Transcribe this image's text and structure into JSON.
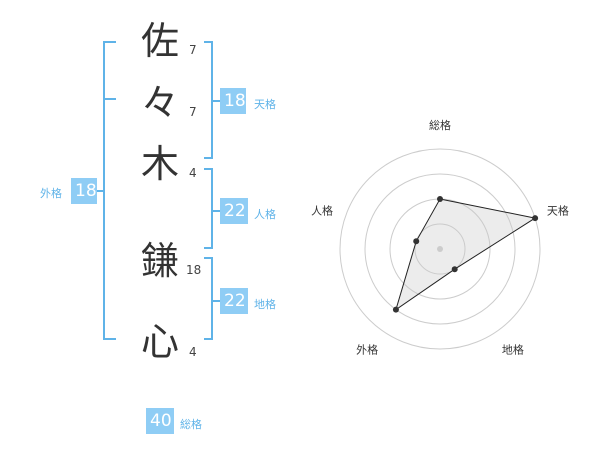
{
  "name": {
    "chars": [
      {
        "char": "佐",
        "strokes": "7"
      },
      {
        "char": "々",
        "strokes": "7"
      },
      {
        "char": "木",
        "strokes": "4"
      },
      {
        "char": "鎌",
        "strokes": "18"
      },
      {
        "char": "心",
        "strokes": "4"
      }
    ]
  },
  "fortune": {
    "tenkaku": {
      "value": "18",
      "label": "天格"
    },
    "jinkaku": {
      "value": "22",
      "label": "人格"
    },
    "chikaku": {
      "value": "22",
      "label": "地格"
    },
    "gaikaku": {
      "value": "18",
      "label": "外格"
    },
    "soukaku": {
      "value": "40",
      "label": "総格"
    }
  },
  "colors": {
    "accent": "#8fcdf5",
    "bracket": "#5fb3e8",
    "text": "#333333"
  },
  "chart_data": {
    "type": "radar",
    "axes": [
      "総格",
      "天格",
      "地格",
      "外格",
      "人格"
    ],
    "rings": 4,
    "max": 4,
    "values": [
      2,
      4,
      1,
      3,
      1
    ]
  }
}
